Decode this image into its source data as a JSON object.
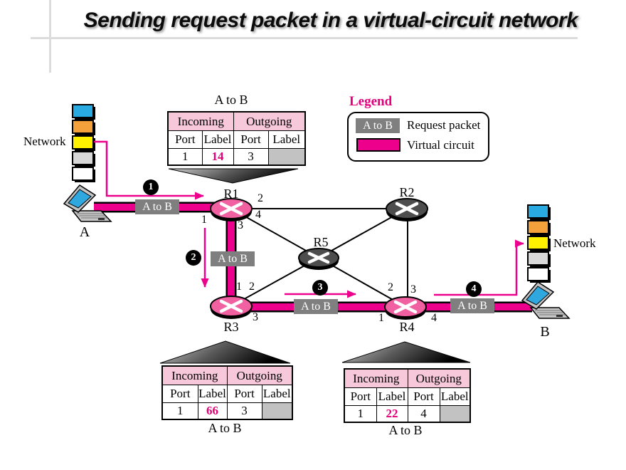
{
  "slide": {
    "title": "Sending request packet in a virtual-circuit network"
  },
  "legend": {
    "title": "Legend",
    "request_packet": {
      "swatch_text": "A to B",
      "label": "Request packet"
    },
    "virtual_circuit": {
      "label": "Virtual circuit"
    }
  },
  "colors": {
    "virtual_circuit_magenta": "#ec008c",
    "router_on_path_pink": "#f160a0",
    "router_off_path_gray": "#4d4d4d",
    "table_header_pink": "#f6c8da",
    "request_packet_gray": "#7f7f7f",
    "empty_cell_gray": "#c2c2c2",
    "stack_layers": [
      "#29abe2",
      "#f4a13c",
      "#fff100",
      "#d8d8d8",
      "#ffffff"
    ]
  },
  "hosts": {
    "a_label": "A",
    "b_label": "B",
    "network_left": "Network",
    "network_right": "Network"
  },
  "routers": {
    "r1": "R1",
    "r2": "R2",
    "r3": "R3",
    "r4": "R4",
    "r5": "R5"
  },
  "steps": {
    "s1": "1",
    "s2": "2",
    "s3": "3",
    "s4": "4"
  },
  "packet_labels": {
    "a_r1": "A to B",
    "r1_r3": "A to B",
    "r3_r4": "A to B",
    "r4_b": "A to B"
  },
  "ports": {
    "r1_to_a": "1",
    "r1_to_r2": "2",
    "r1_to_r5": "4",
    "r1_to_r3": "3",
    "r3_to_r1": "1",
    "r3_to_r5": "2",
    "r3_to_r4": "3",
    "r4_to_r5": "2",
    "r4_to_r2": "3",
    "r4_to_r3": "1",
    "r4_to_b": "4"
  },
  "tables": [
    {
      "router": "R1",
      "title": "A to B",
      "headers": [
        "Incoming",
        "Outgoing"
      ],
      "subheaders": [
        "Port",
        "Label",
        "Port",
        "Label"
      ],
      "row": {
        "in_port": "1",
        "in_label": "14",
        "out_port": "3",
        "out_label": ""
      }
    },
    {
      "router": "R3",
      "title": "A to B",
      "headers": [
        "Incoming",
        "Outgoing"
      ],
      "subheaders": [
        "Port",
        "Label",
        "Port",
        "Label"
      ],
      "row": {
        "in_port": "1",
        "in_label": "66",
        "out_port": "3",
        "out_label": ""
      }
    },
    {
      "router": "R4",
      "title": "A to B",
      "headers": [
        "Incoming",
        "Outgoing"
      ],
      "subheaders": [
        "Port",
        "Label",
        "Port",
        "Label"
      ],
      "row": {
        "in_port": "1",
        "in_label": "22",
        "out_port": "4",
        "out_label": ""
      }
    }
  ]
}
